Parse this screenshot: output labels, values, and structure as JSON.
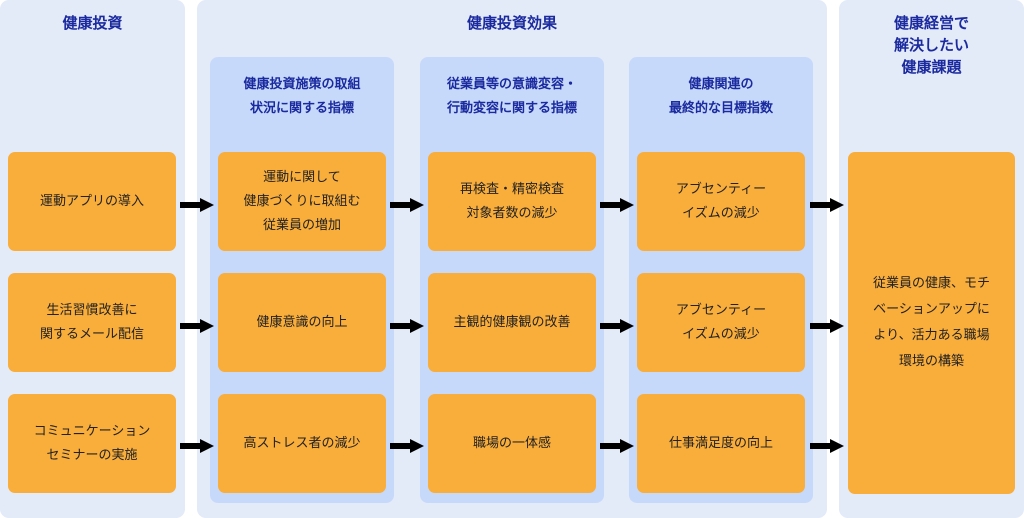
{
  "columns": {
    "investment": {
      "title": "健康投資",
      "items": [
        "運動アプリの導入",
        "生活習慣改善に\n関するメール配信",
        "コミュニケーション\nセミナーの実施"
      ]
    },
    "effects": {
      "title": "健康投資効果",
      "subcolumns": [
        {
          "title": "健康投資施策の取組\n状況に関する指標",
          "items": [
            "運動に関して\n健康づくりに取組む\n従業員の増加",
            "健康意識の向上",
            "高ストレス者の減少"
          ]
        },
        {
          "title": "従業員等の意識変容・\n行動変容に関する指標",
          "items": [
            "再検査・精密検査\n対象者数の減少",
            "主観的健康観の改善",
            "職場の一体感"
          ]
        },
        {
          "title": "健康関連の\n最終的な目標指数",
          "items": [
            "アブセンティー\nイズムの減少",
            "アブセンティー\nイズムの減少",
            "仕事満足度の向上"
          ]
        }
      ]
    },
    "issues": {
      "title": "健康経営で\n解決したい\n健康課題",
      "item": "従業員の健康、モチ\nベーションアップに\nより、活力ある職場\n環境の構築"
    }
  },
  "colors": {
    "panel": "#e3eaf8",
    "subpanel": "#c6d9fb",
    "box": "#f9ad3a",
    "heading": "#1b2a9e"
  }
}
